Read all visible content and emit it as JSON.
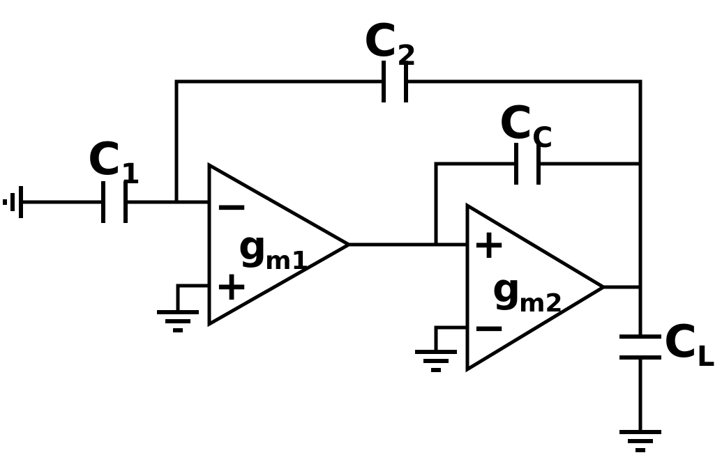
{
  "diagram": {
    "type": "circuit-schematic",
    "colors": {
      "ink": "#000000",
      "background": "#ffffff"
    },
    "components": {
      "c1": {
        "main": "C",
        "sub": "1"
      },
      "c2": {
        "main": "C",
        "sub": "2"
      },
      "cc": {
        "main": "C",
        "sub": "C"
      },
      "cl": {
        "main": "C",
        "sub": "L"
      },
      "gm1": {
        "main": "g",
        "sub": "m1"
      },
      "gm2": {
        "main": "g",
        "sub": "m2"
      },
      "amp1": {
        "top_sign": "−",
        "bottom_sign": "+"
      },
      "amp2": {
        "top_sign": "+",
        "bottom_sign": "−"
      }
    }
  }
}
